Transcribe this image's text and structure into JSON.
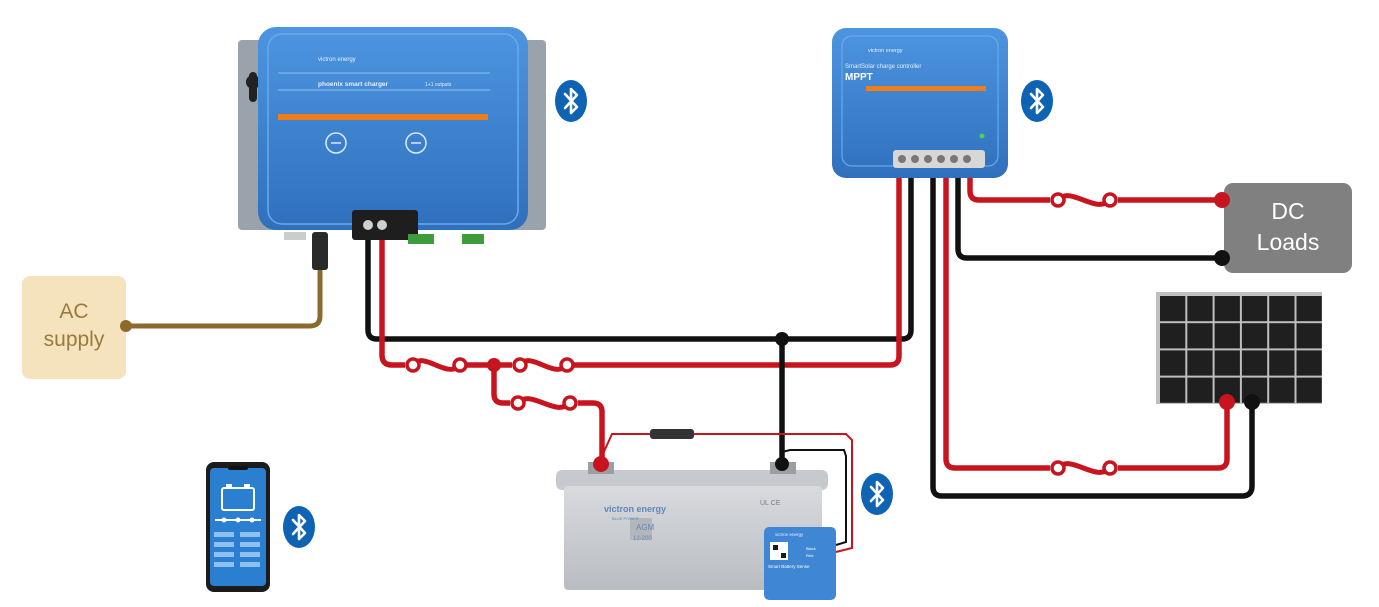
{
  "ac_supply": {
    "line1": "AC",
    "line2": "supply"
  },
  "dc_loads": {
    "line1": "DC",
    "line2": "Loads"
  },
  "charger": {
    "brand": "victron energy",
    "name": "phoenix smart charger",
    "outputs": "1+1 outputs"
  },
  "mppt": {
    "brand": "victron energy",
    "name": "SmartSolar charge controller",
    "model": "MPPT"
  },
  "battery": {
    "brand": "victron energy",
    "sub": "BLUE POWER",
    "type": "AGM",
    "model": "12-200",
    "certs": "UL CE"
  },
  "battery_sense": {
    "brand": "victron energy",
    "name": "Smart Battery Sense",
    "black_label": "Black",
    "red_label": "Red"
  },
  "colors": {
    "positive": "#c8141e",
    "negative": "#111111",
    "ac_wire": "#8b6a2e",
    "bluetooth": "#0f63b3",
    "device_blue": "#3f86d4",
    "ac_box": "#f5e3bd",
    "dc_box": "#808080"
  }
}
